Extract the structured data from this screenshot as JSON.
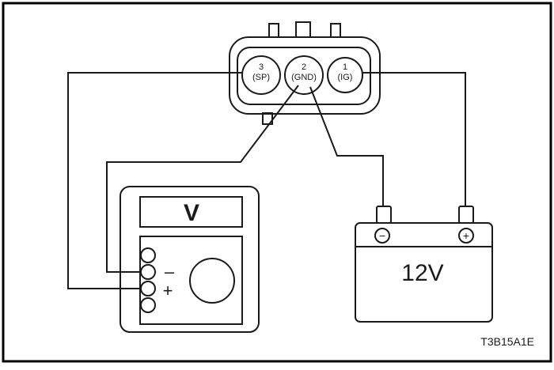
{
  "connector": {
    "pins": [
      {
        "number": "3",
        "name": "(SP)"
      },
      {
        "number": "2",
        "name": "(GND)"
      },
      {
        "number": "1",
        "name": "(IG)"
      }
    ]
  },
  "voltmeter": {
    "display": "V",
    "terminal_minus": "–",
    "terminal_plus": "+"
  },
  "battery": {
    "voltage": "12V",
    "terminal_minus": "−",
    "terminal_plus": "+"
  },
  "figure_code": "T3B15A1E",
  "colors": {
    "line": "#1a1a1a",
    "border": "#000000",
    "background": "#ffffff"
  }
}
